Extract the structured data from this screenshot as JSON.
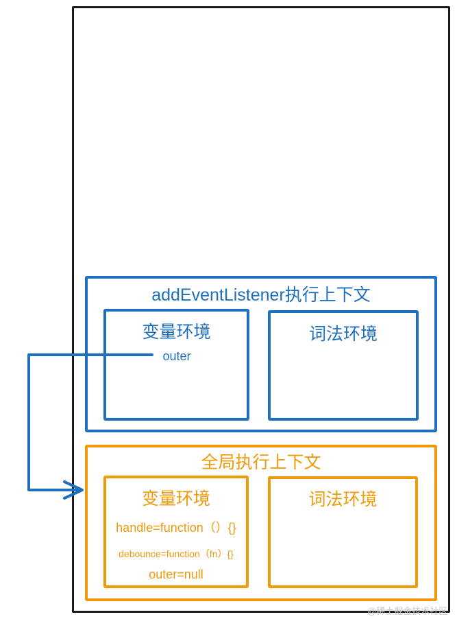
{
  "call_stack": {
    "contexts": [
      {
        "title": "addEventListener执行上下文",
        "variable_env": {
          "label": "变量环境",
          "entries": [
            "outer"
          ]
        },
        "lexical_env": {
          "label": "词法环境"
        },
        "color": "#1f6fbf"
      },
      {
        "title": "全局执行上下文",
        "variable_env": {
          "label": "变量环境",
          "entries": [
            "handle=function（）{}",
            "debounce=function（fn）{}",
            "outer=null"
          ]
        },
        "lexical_env": {
          "label": "词法环境"
        },
        "color": "#ef9a0a"
      }
    ]
  },
  "arrow": {
    "from": "outer",
    "to": "全局执行上下文",
    "color": "#1f6fbf"
  },
  "watermark": "@稀土掘金技术社区"
}
